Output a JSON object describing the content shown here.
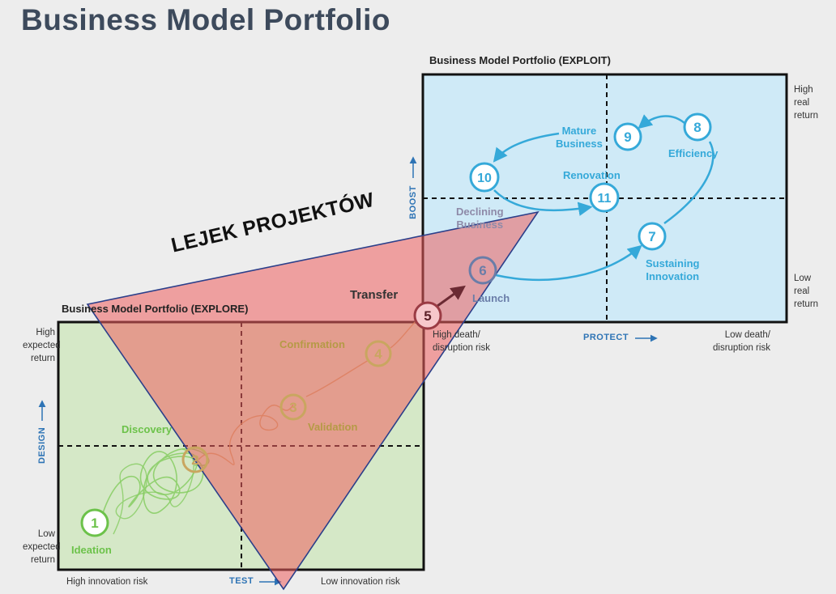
{
  "title": "Business Model Portfolio",
  "explore": {
    "title": "Business Model Portfolio (EXPLORE)",
    "y_top": "High\nexpected\nreturn",
    "y_bottom": "Low\nexpected\nreturn",
    "y_axis": "DESIGN",
    "x_left": "High innovation risk",
    "x_axis": "TEST",
    "x_right": "Low innovation risk"
  },
  "exploit": {
    "title": "Business Model Portfolio (EXPLOIT)",
    "y_top": "High\nreal\nreturn",
    "y_bottom": "Low\nreal\nreturn",
    "y_axis": "BOOST",
    "x_left": "High death/\ndisruption risk",
    "x_axis": "PROTECT",
    "x_right": "Low death/\ndisruption risk"
  },
  "funnel_label": "LEJEK PROJEKTÓW",
  "transfer_label": "Transfer",
  "stages": [
    {
      "num": "1",
      "label": "Ideation"
    },
    {
      "num": "2",
      "label": "Discovery"
    },
    {
      "num": "3",
      "label": "Validation"
    },
    {
      "num": "4",
      "label": "Confirmation"
    },
    {
      "num": "5",
      "label": ""
    },
    {
      "num": "6",
      "label": "Launch"
    },
    {
      "num": "7",
      "label": "Sustaining\nInnovation"
    },
    {
      "num": "8",
      "label": "Efficiency"
    },
    {
      "num": "9",
      "label": "Mature\nBusiness"
    },
    {
      "num": "10",
      "label": "Declining\nBusiness"
    },
    {
      "num": "11",
      "label": "Renovation"
    }
  ],
  "colors": {
    "explore_bg": "#d5e8c7",
    "exploit_bg": "#cfeaf7",
    "funnel": "#ee6e6e",
    "green": "#6cc24a",
    "olive": "#b59a46",
    "blue": "#35a9d9",
    "transfer": "#9b3b44",
    "axis_blue": "#2e74b5"
  }
}
